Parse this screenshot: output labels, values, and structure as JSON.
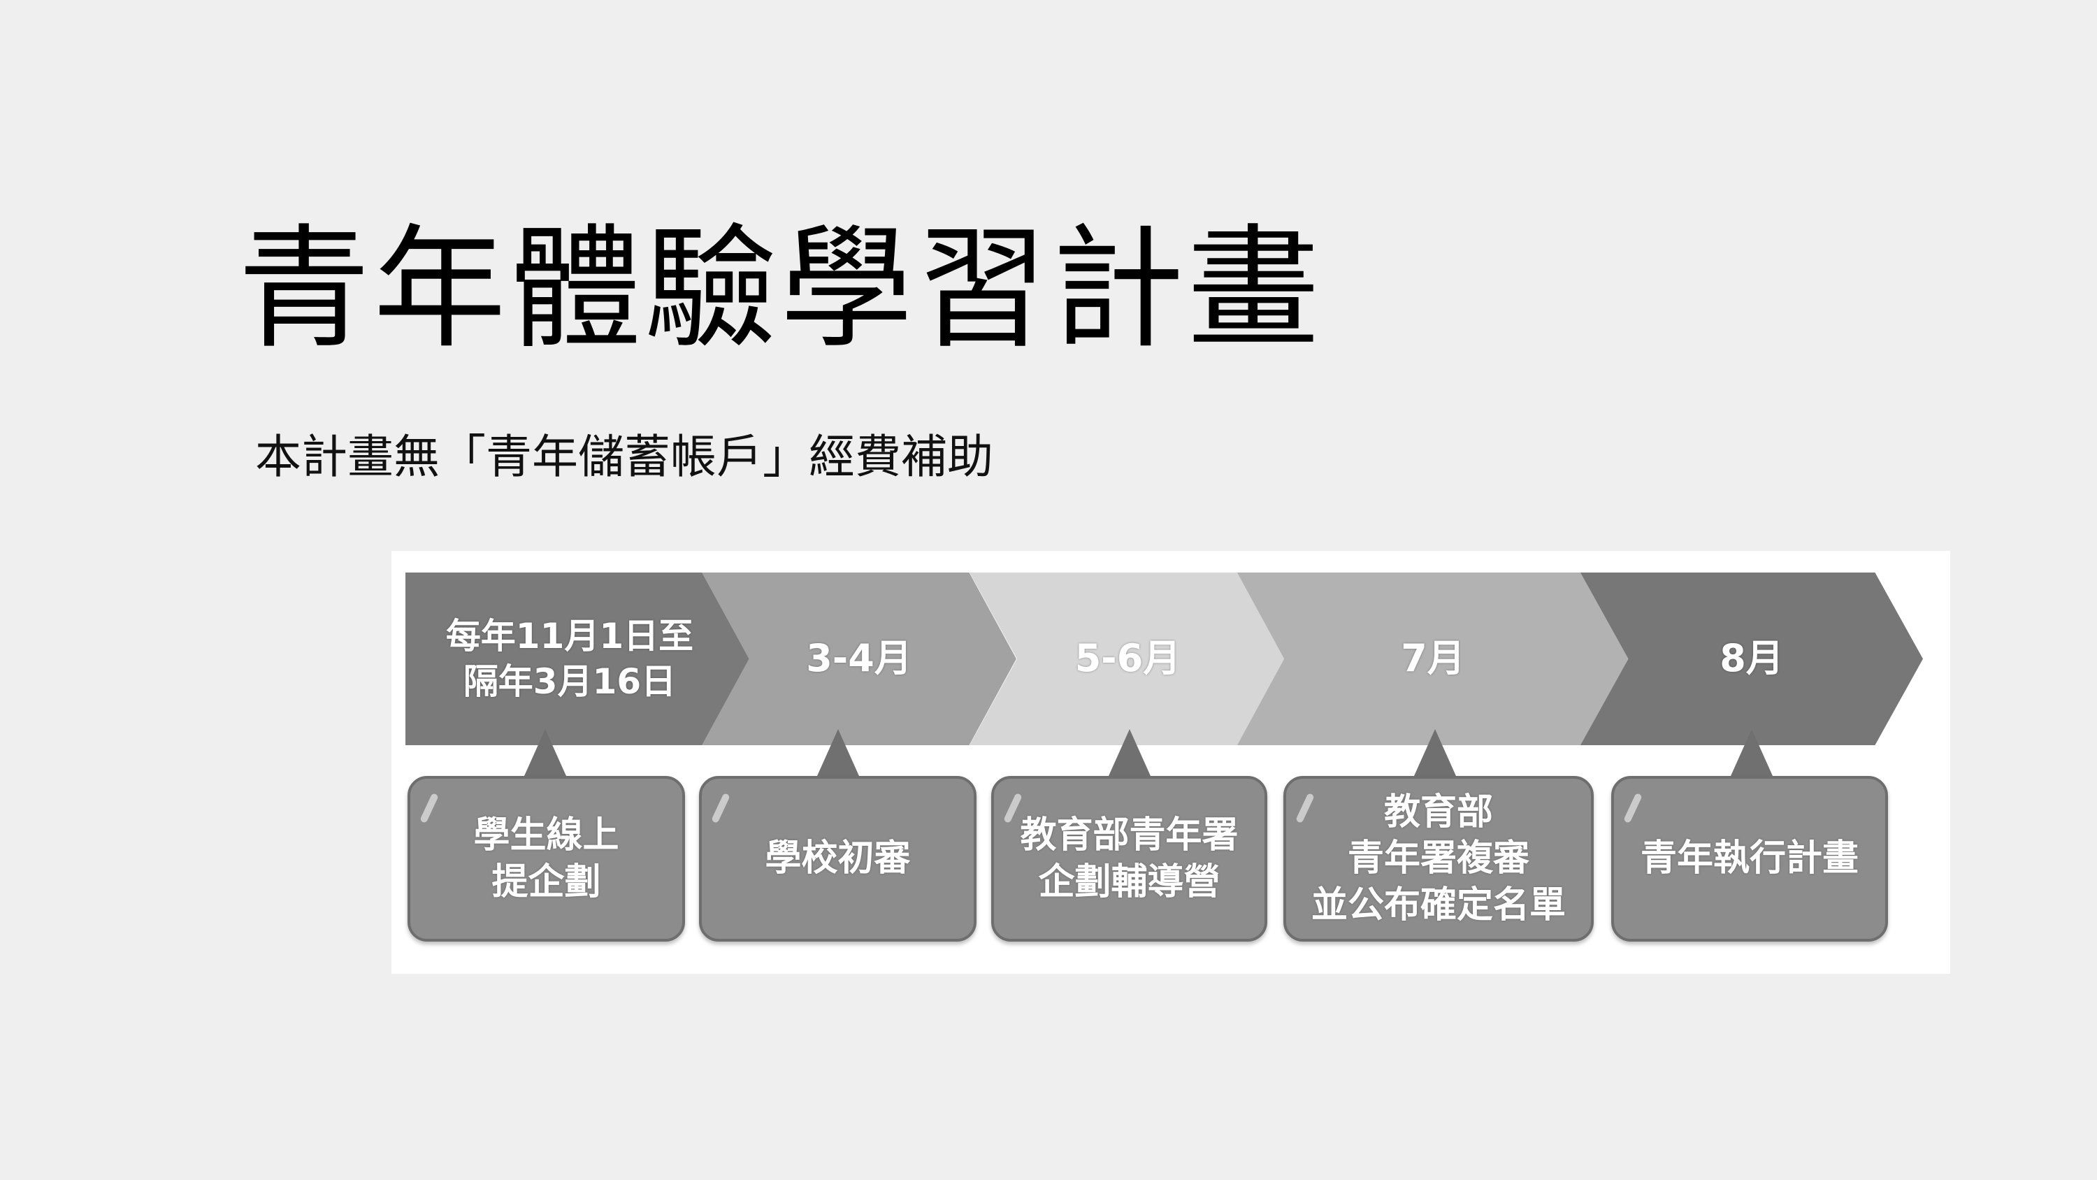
{
  "title": "青年體驗學習計畫",
  "subtitle": "本計畫無「青年儲蓄帳戶」經費補助",
  "timeline": {
    "periods": [
      {
        "lines": [
          "每年11月1日至",
          "隔年3月16日"
        ],
        "color": "#7a7a7a"
      },
      {
        "lines": [
          "3-4月"
        ],
        "color": "#a2a2a2"
      },
      {
        "lines": [
          "5-6月"
        ],
        "color": "#d6d6d6"
      },
      {
        "lines": [
          "7月"
        ],
        "color": "#b2b2b2"
      },
      {
        "lines": [
          "8月"
        ],
        "color": "#777777"
      }
    ],
    "steps": [
      {
        "lines": [
          "學生線上",
          "提企劃"
        ]
      },
      {
        "lines": [
          "學校初審"
        ]
      },
      {
        "lines": [
          "教育部青年署",
          "企劃輔導營"
        ]
      },
      {
        "lines": [
          "教育部",
          "青年署複審",
          "並公布確定名單"
        ]
      },
      {
        "lines": [
          "青年執行計畫"
        ]
      }
    ]
  }
}
